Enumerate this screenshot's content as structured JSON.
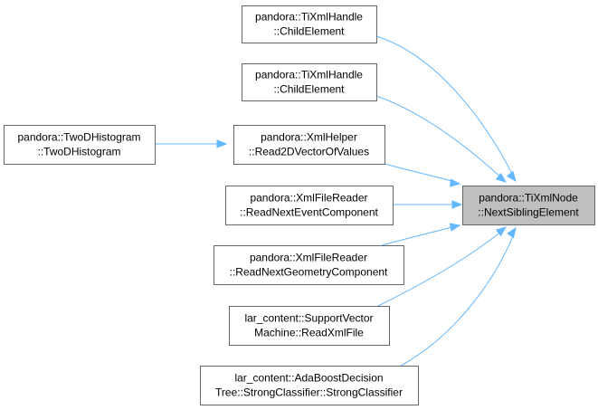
{
  "diagram": {
    "colors": {
      "edge": "#63b8ff",
      "focus_fill": "#bfbfbf",
      "node_border": "#666666"
    },
    "nodes": [
      {
        "id": "n1",
        "lines": [
          "pandora::TiXmlHandle",
          "::ChildElement"
        ]
      },
      {
        "id": "n2",
        "lines": [
          "pandora::TiXmlHandle",
          "::ChildElement"
        ]
      },
      {
        "id": "n3",
        "lines": [
          "pandora::XmlHelper",
          "::Read2DVectorOfValues"
        ]
      },
      {
        "id": "n4",
        "lines": [
          "pandora::XmlFileReader",
          "::ReadNextEventComponent"
        ]
      },
      {
        "id": "n5",
        "lines": [
          "pandora::XmlFileReader",
          "::ReadNextGeometryComponent"
        ]
      },
      {
        "id": "n6",
        "lines": [
          "lar_content::SupportVector",
          "Machine::ReadXmlFile"
        ]
      },
      {
        "id": "n7",
        "lines": [
          "lar_content::AdaBoostDecision",
          "Tree::StrongClassifier::StrongClassifier"
        ]
      },
      {
        "id": "n8",
        "lines": [
          "pandora::TwoDHistogram",
          "::TwoDHistogram"
        ]
      },
      {
        "id": "focus",
        "lines": [
          "pandora::TiXmlNode",
          "::NextSiblingElement"
        ]
      }
    ],
    "edges": [
      {
        "from": "n1",
        "to": "focus"
      },
      {
        "from": "n2",
        "to": "focus"
      },
      {
        "from": "n3",
        "to": "focus"
      },
      {
        "from": "n4",
        "to": "focus"
      },
      {
        "from": "n5",
        "to": "focus"
      },
      {
        "from": "n6",
        "to": "focus"
      },
      {
        "from": "n7",
        "to": "focus"
      },
      {
        "from": "n8",
        "to": "n3"
      }
    ]
  }
}
